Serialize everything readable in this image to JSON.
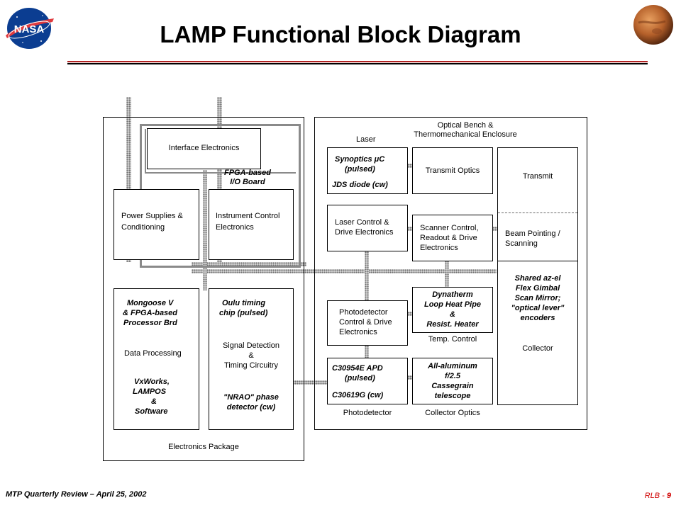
{
  "header": {
    "title": "LAMP Functional Block Diagram",
    "logo_left": "NASA",
    "logo_right_icon": "mars-planet-icon"
  },
  "footer": {
    "left": "MTP Quarterly Review – April 25, 2002",
    "right_label": "RLB -",
    "page": "9"
  },
  "electronics_package": {
    "label": "Electronics Package",
    "interface": "Interface Electronics",
    "fpga": [
      "FPGA-based",
      "I/O Board"
    ],
    "power": [
      "Power Supplies &",
      "Conditioning"
    ],
    "instrument": [
      "Instrument Control",
      "Electronics"
    ],
    "processor_top": [
      "Mongoose V",
      "& FPGA-based",
      "Processor Brd"
    ],
    "processor_mid": "Data Processing",
    "processor_bottom": [
      "VxWorks,",
      "LAMPOS",
      "&",
      "Software"
    ],
    "timing_top": [
      "Oulu timing",
      "chip (pulsed)"
    ],
    "timing_mid": [
      "Signal Detection",
      "&",
      "Timing Circuitry"
    ],
    "timing_bottom": [
      "\"NRAO\" phase",
      "detector (cw)"
    ]
  },
  "optical_bench": {
    "label": [
      "Optical Bench &",
      "Thermomechanical Enclosure"
    ],
    "laser_label": "Laser",
    "laser": [
      "Synoptics μC",
      "(pulsed)"
    ],
    "laser_cw": "JDS diode (cw)",
    "transmit_optics": "Transmit Optics",
    "laser_control": [
      "Laser Control &",
      "Drive Electronics"
    ],
    "scanner": [
      "Scanner Control,",
      "Readout & Drive",
      "Electronics"
    ],
    "photo_control": [
      "Photodetector",
      "Control & Drive",
      "Electronics"
    ],
    "thermal": [
      "Dynatherm",
      "Loop Heat Pipe",
      "&",
      "Resist. Heater"
    ],
    "temp_label": "Temp. Control",
    "apd": [
      "C30954E APD",
      "(pulsed)"
    ],
    "apd_cw": "C30619G (cw)",
    "photodetector_label": "Photodetector",
    "collector_optics": [
      "All-aluminum",
      "f/2.5",
      "Cassegrain",
      "telescope"
    ],
    "collector_optics_label": "Collector Optics",
    "transmit": "Transmit",
    "beam": [
      "Beam Pointing /",
      "Scanning"
    ],
    "mirror": [
      "Shared az-el",
      "Flex Gimbal",
      "Scan Mirror;",
      "\"optical lever\"",
      "encoders"
    ],
    "collector": "Collector"
  }
}
